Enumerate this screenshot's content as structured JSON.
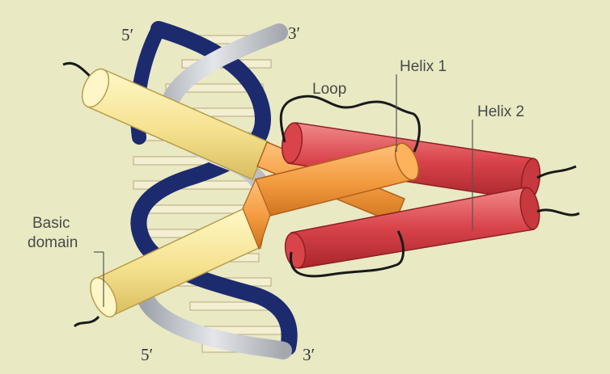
{
  "diagram": {
    "labels": {
      "dna_top_5": "5′",
      "dna_top_3": "3′",
      "dna_bottom_5": "5′",
      "dna_bottom_3": "3′",
      "loop": "Loop",
      "helix1": "Helix 1",
      "helix2": "Helix 2",
      "basic_line1": "Basic",
      "basic_line2": "domain"
    },
    "colors": {
      "background": "#e9e9c4",
      "dna_strand_dark": "#1c2b6e",
      "dna_strand_light": "#c9ccd1",
      "base_pairs": "#f2efd2",
      "basic_domain": "#f5e28f",
      "helix1": "#f29a3e",
      "helix2": "#d9434a",
      "loop_line": "#1a1a1a"
    }
  }
}
